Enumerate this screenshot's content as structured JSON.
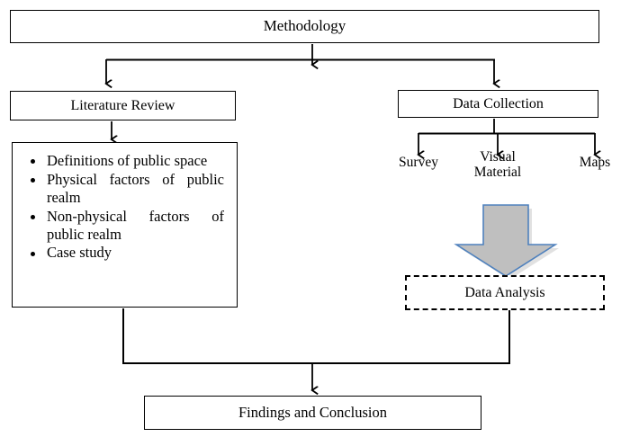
{
  "diagram": {
    "title": "Methodology",
    "type": "flowchart",
    "nodes": {
      "methodology": {
        "label": "Methodology",
        "shape": "rectangle"
      },
      "literature_review": {
        "label": "Literature Review",
        "shape": "rectangle"
      },
      "data_collection": {
        "label": "Data Collection",
        "shape": "rectangle"
      },
      "data_analysis": {
        "label": "Data Analysis",
        "shape": "dashed-rectangle"
      },
      "findings": {
        "label": "Findings and Conclusion",
        "shape": "rectangle"
      }
    },
    "literature_items": [
      "Definitions of public space",
      "Physical factors of public realm",
      "Non-physical factors of public realm",
      "Case study"
    ],
    "collection_methods": [
      {
        "label": "Survey",
        "lines": [
          "Survey"
        ]
      },
      {
        "label": "Visual Material",
        "lines": [
          "Visual",
          "Material"
        ]
      },
      {
        "label": "Maps",
        "lines": [
          "Maps"
        ]
      }
    ],
    "block_arrow": {
      "name": "down-block-arrow",
      "fill": "#bfbfbf",
      "stroke": "#4f81bd"
    },
    "colors": {
      "line": "#000000",
      "background": "#ffffff",
      "text": "#000000"
    }
  }
}
